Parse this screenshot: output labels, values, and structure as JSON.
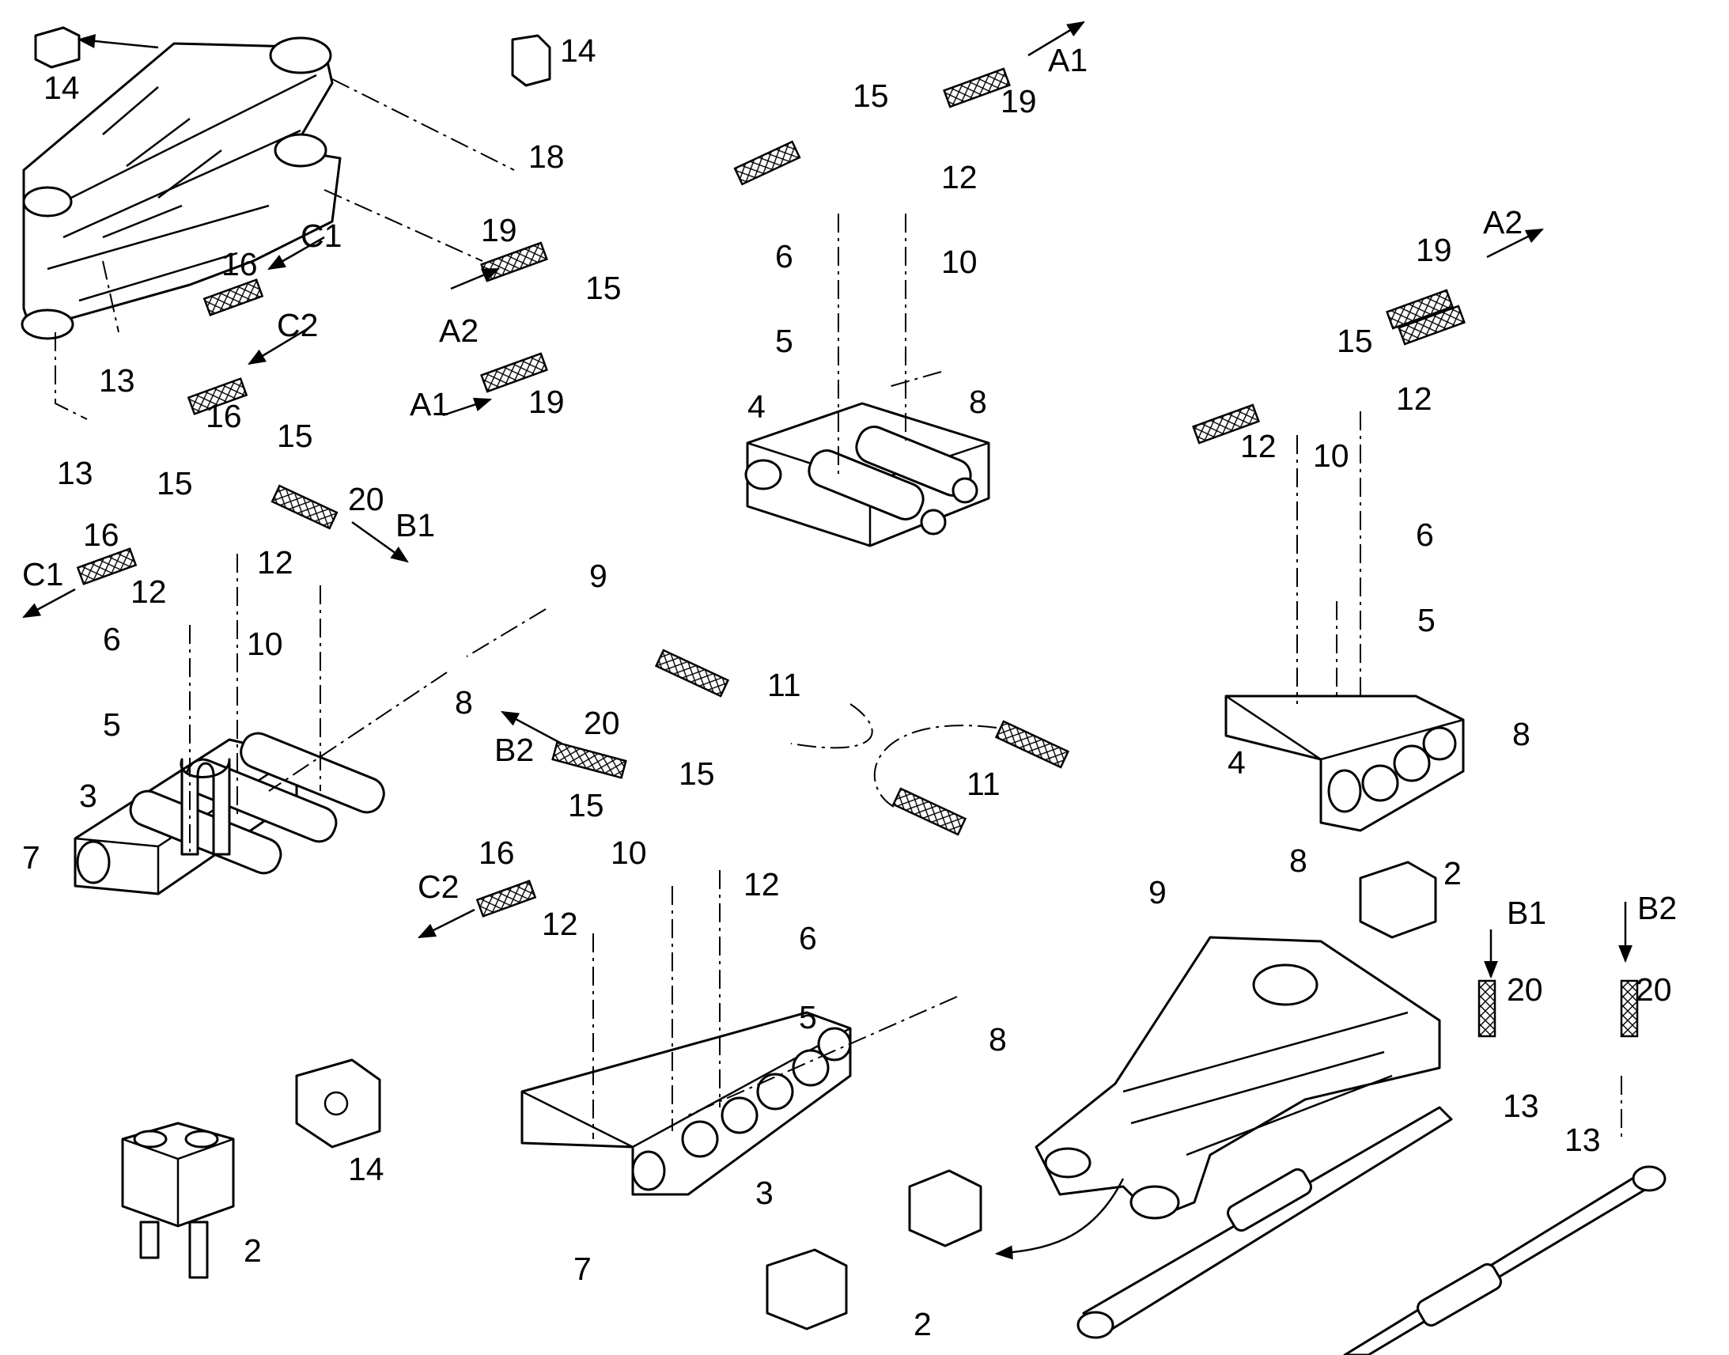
{
  "callouts": {
    "c1": "14",
    "c2": "14",
    "c3": "18",
    "c4": "19",
    "c5": "15",
    "c6": "19",
    "c7": "16",
    "c8": "16",
    "c9": "13",
    "c10": "13",
    "c11": "15",
    "c12": "15",
    "c13": "12",
    "c14": "20",
    "c15": "16",
    "c16": "12",
    "c17": "6",
    "c18": "5",
    "c19": "10",
    "c20": "3",
    "c21": "7",
    "c22": "8",
    "c23": "9",
    "c24": "11",
    "c25": "15",
    "c26": "12",
    "c27": "6",
    "c28": "10",
    "c29": "5",
    "c30": "4",
    "c31": "8",
    "c32": "20",
    "c33": "15",
    "c34": "15",
    "c35": "16",
    "c36": "10",
    "c37": "12",
    "c38": "12",
    "c39": "6",
    "c40": "5",
    "c41": "8",
    "c42": "3",
    "c43": "7",
    "c44": "14",
    "c45": "2",
    "c46": "19",
    "c47": "15",
    "c48": "12",
    "c49": "12",
    "c50": "10",
    "c51": "6",
    "c52": "5",
    "c53": "8",
    "c54": "4",
    "c55": "11",
    "c56": "8",
    "c57": "9",
    "c58": "2",
    "c59": "20",
    "c60": "20",
    "c61": "13",
    "c62": "13",
    "c63": "2",
    "c64": "19"
  },
  "connectors": {
    "a1_top": "A1",
    "a2_right": "A2",
    "a2_left": "A2",
    "a1_left": "A1",
    "c1_top": "C1",
    "c2_top": "C2",
    "c1_left": "C1",
    "c2_mid": "C2",
    "b1_left": "B1",
    "b2_mid": "B2",
    "b1_right": "B1",
    "b2_right": "B2"
  }
}
